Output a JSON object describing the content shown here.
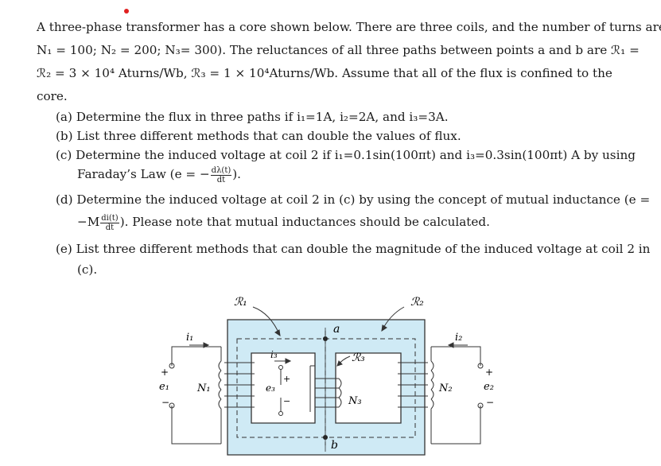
{
  "problem": {
    "intro_lines": [
      "A three-phase transformer has a core shown below. There are three coils, and the number of turns are",
      "N₁ = 100; N₂ = 200; N₃= 300). The reluctances of all three paths between points a and b are ℛ₁ =",
      "ℛ₂ = 3 × 10⁴ Aturns/Wb, ℛ₃ = 1 × 10⁴Aturns/Wb. Assume that all of the flux is confined to the",
      "core."
    ],
    "a": "(a) Determine the flux in three paths if i₁=1A, i₂=2A, and i₃=3A.",
    "b": "(b) List three different methods that can double the values of flux.",
    "c1": "(c) Determine the induced voltage at coil 2 if i₁=0.1sin(100πt) and i₃=0.3sin(100πt) A by using",
    "c2_pre": "Faraday’s Law (e = −",
    "c2_num": "dλ(t)",
    "c2_den": "dt",
    "c2_post": ").",
    "d1": "(d) Determine the induced voltage at coil 2 in (c) by using the concept of mutual inductance (e =",
    "d2_pre": "−M",
    "d2_num": "di(t)",
    "d2_den": "dt",
    "d2_post": "). Please note that mutual inductances should be calculated.",
    "e1": "(e) List three different methods that can double the magnitude of the induced voltage at coil 2 in",
    "e2": "(c)."
  },
  "figure": {
    "R1": "ℛ₁",
    "R2": "ℛ₂",
    "R3": "ℛ₃",
    "point_a": "a",
    "point_b": "b",
    "i1": "i₁",
    "i2": "i₂",
    "i3": "i₃",
    "e1": "e₁",
    "e2": "e₂",
    "e3": "e₃",
    "N1": "N₁",
    "N2": "N₂",
    "N3": "N₃",
    "plus": "+",
    "minus": "−"
  },
  "colors": {
    "core_fill": "#cfeaf5",
    "accent_dot": "#e02020"
  }
}
